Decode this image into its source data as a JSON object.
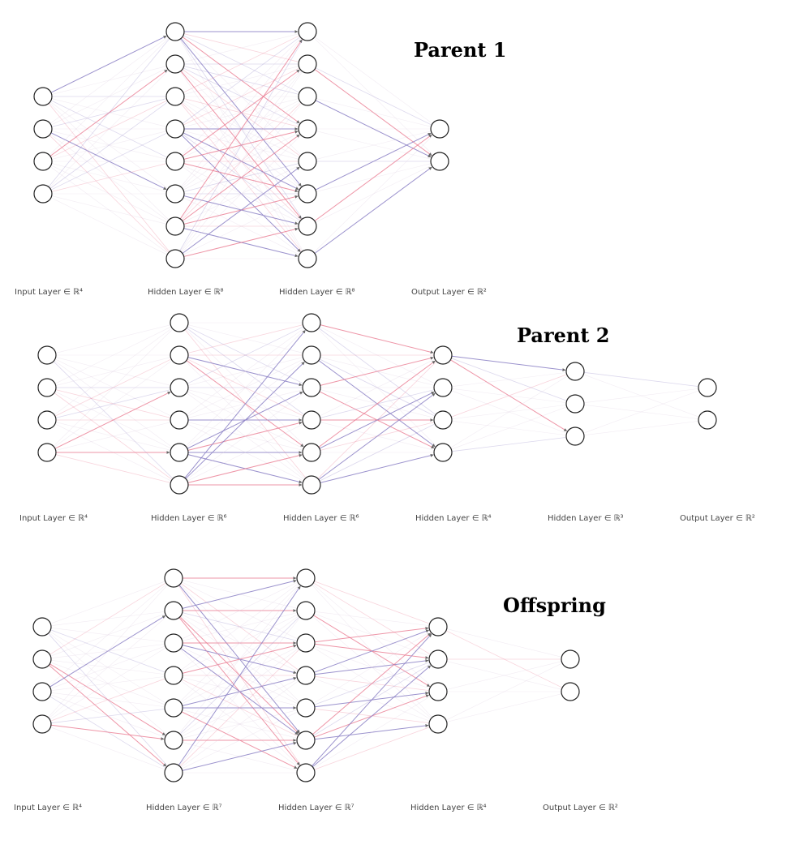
{
  "colors": {
    "positive": "#8a7fc4",
    "negative": "#e8718a",
    "weak": "#d9c9de",
    "node_stroke": "#222222",
    "text": "#444444"
  },
  "networks": [
    {
      "title": "Parent 1",
      "layers": [
        {
          "label": "Input Layer ∈ ℝ⁴",
          "size": 4
        },
        {
          "label": "Hidden Layer ∈ ℝ⁸",
          "size": 8
        },
        {
          "label": "Hidden Layer ∈ ℝ⁸",
          "size": 8
        },
        {
          "label": "Output Layer ∈ ℝ²",
          "size": 2
        }
      ]
    },
    {
      "title": "Parent 2",
      "layers": [
        {
          "label": "Input Layer ∈ ℝ⁴",
          "size": 4
        },
        {
          "label": "Hidden Layer ∈ ℝ⁶",
          "size": 6
        },
        {
          "label": "Hidden Layer ∈ ℝ⁶",
          "size": 6
        },
        {
          "label": "Hidden Layer ∈ ℝ⁴",
          "size": 4
        },
        {
          "label": "Hidden Layer ∈ ℝ³",
          "size": 3
        },
        {
          "label": "Output Layer ∈ ℝ²",
          "size": 2
        }
      ]
    },
    {
      "title": "Offspring",
      "layers": [
        {
          "label": "Input Layer ∈ ℝ⁴",
          "size": 4
        },
        {
          "label": "Hidden Layer ∈ ℝ⁷",
          "size": 7
        },
        {
          "label": "Hidden Layer ∈ ℝ⁷",
          "size": 7
        },
        {
          "label": "Hidden Layer ∈ ℝ⁴",
          "size": 4
        },
        {
          "label": "Output Layer ∈ ℝ²",
          "size": 2
        }
      ]
    }
  ]
}
